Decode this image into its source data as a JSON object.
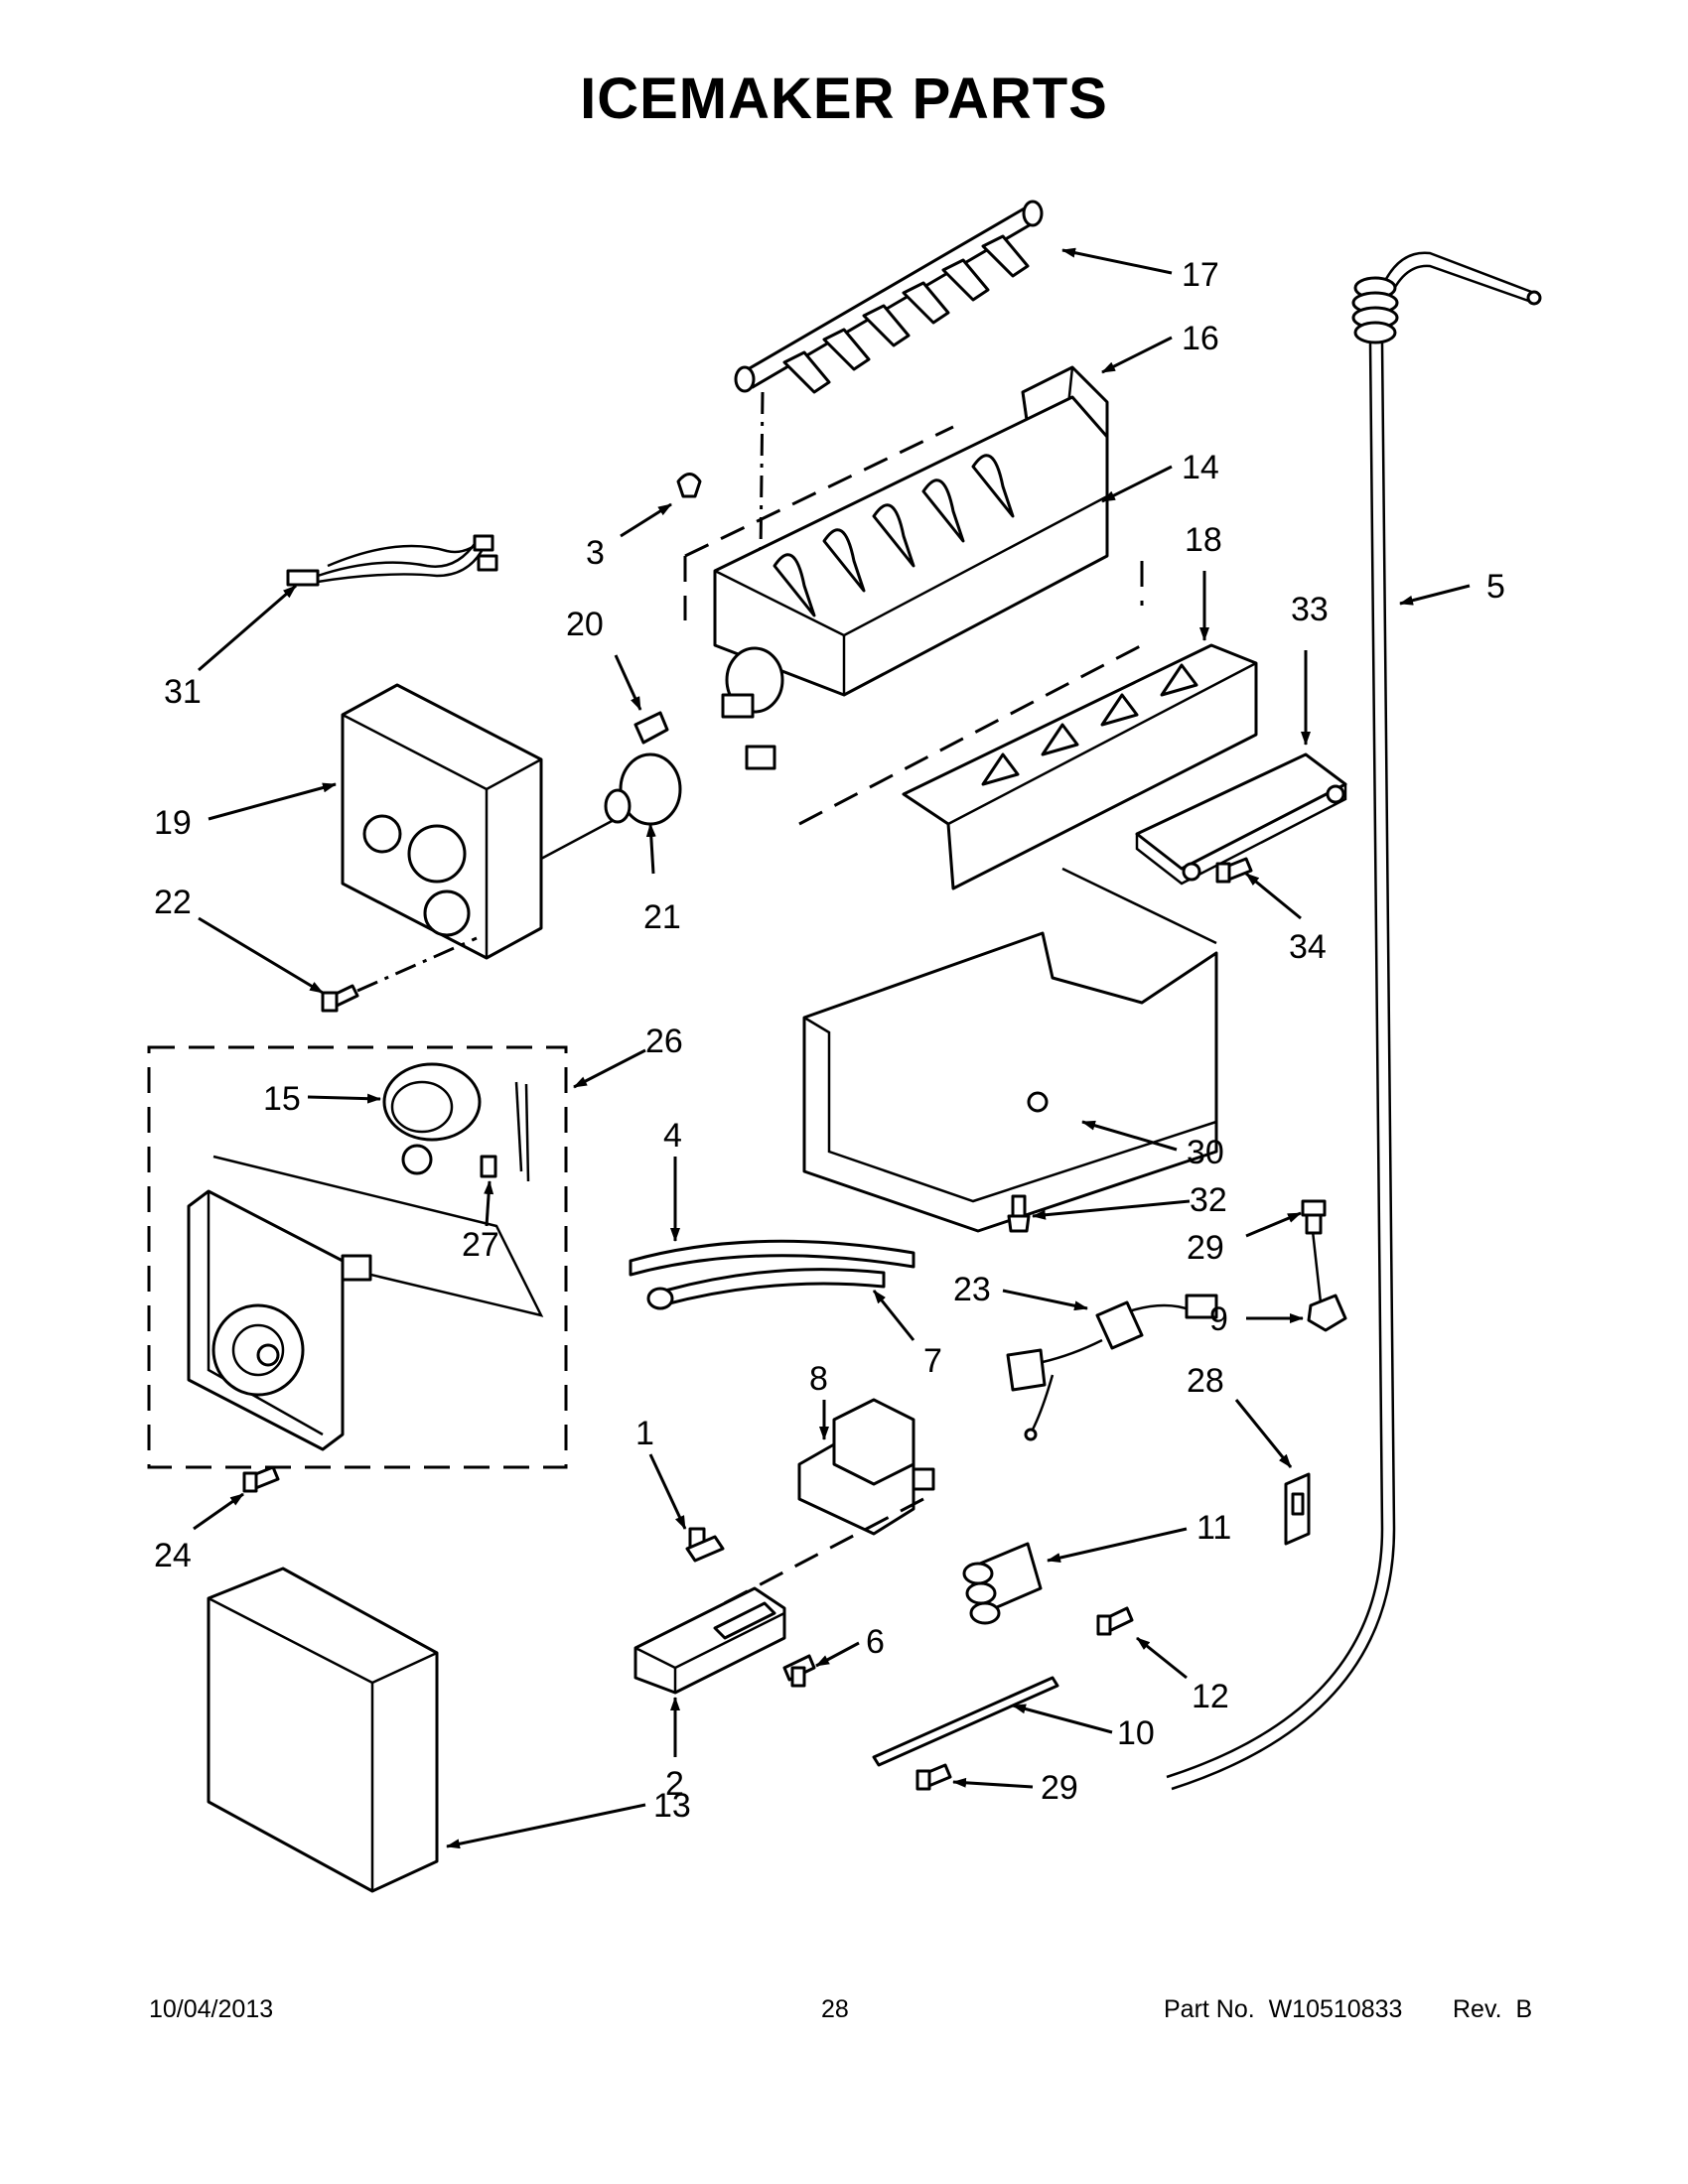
{
  "title": "ICEMAKER PARTS",
  "footer": {
    "date": "10/04/2013",
    "page": "28",
    "part_no": "Part No.  W10510833",
    "rev": "Rev.  B"
  },
  "callouts": [
    {
      "id": "c17",
      "number": "17"
    },
    {
      "id": "c16",
      "number": "16"
    },
    {
      "id": "c14",
      "number": "14"
    },
    {
      "id": "c18",
      "number": "18"
    },
    {
      "id": "c3",
      "number": "3"
    },
    {
      "id": "c31",
      "number": "31"
    },
    {
      "id": "c20",
      "number": "20"
    },
    {
      "id": "c33",
      "number": "33"
    },
    {
      "id": "c5",
      "number": "5"
    },
    {
      "id": "c19",
      "number": "19"
    },
    {
      "id": "c21",
      "number": "21"
    },
    {
      "id": "c22",
      "number": "22"
    },
    {
      "id": "c34",
      "number": "34"
    },
    {
      "id": "c26",
      "number": "26"
    },
    {
      "id": "c15",
      "number": "15"
    },
    {
      "id": "c4",
      "number": "4"
    },
    {
      "id": "c30",
      "number": "30"
    },
    {
      "id": "c27",
      "number": "27"
    },
    {
      "id": "c32",
      "number": "32"
    },
    {
      "id": "c29a",
      "number": "29"
    },
    {
      "id": "c23",
      "number": "23"
    },
    {
      "id": "c9",
      "number": "9"
    },
    {
      "id": "c7",
      "number": "7"
    },
    {
      "id": "c8",
      "number": "8"
    },
    {
      "id": "c28",
      "number": "28"
    },
    {
      "id": "c1",
      "number": "1"
    },
    {
      "id": "c24",
      "number": "24"
    },
    {
      "id": "c11",
      "number": "11"
    },
    {
      "id": "c6",
      "number": "6"
    },
    {
      "id": "c12",
      "number": "12"
    },
    {
      "id": "c10",
      "number": "10"
    },
    {
      "id": "c29b",
      "number": "29"
    },
    {
      "id": "c2",
      "number": "2"
    },
    {
      "id": "c13",
      "number": "13"
    }
  ]
}
